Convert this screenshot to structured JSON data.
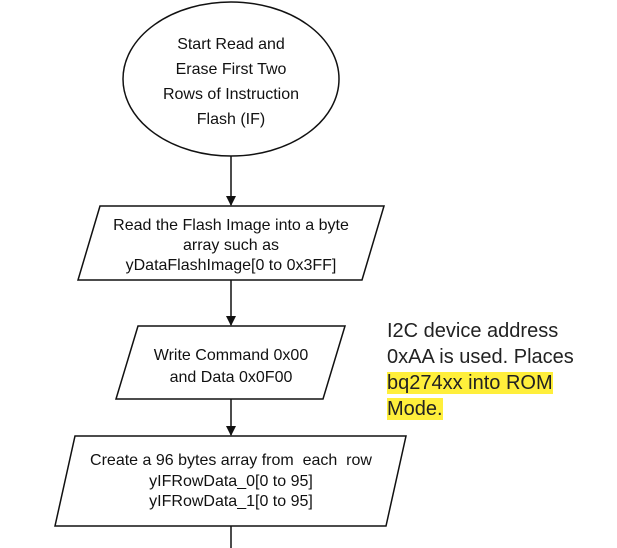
{
  "flowchart": {
    "start": {
      "lines": [
        "Start Read and",
        "Erase First Two",
        "Rows of Instruction",
        "Flash (IF)"
      ]
    },
    "steps": [
      {
        "lines": [
          "Read the Flash Image into a byte",
          "array such as",
          "yDataFlashImage[0 to 0x3FF]"
        ]
      },
      {
        "lines": [
          "Write Command 0x00",
          "and Data 0x0F00"
        ]
      },
      {
        "lines": [
          "Create a 96 bytes array from  each  row",
          "yIFRowData_0[0 to 95]",
          "yIFRowData_1[0 to 95]"
        ]
      }
    ]
  },
  "note": {
    "line1": "I2C device address",
    "line2": "0xAA is used. Places",
    "line3_highlighted": "bq274xx into ROM",
    "line4_highlighted": "Mode.",
    "highlight_color": "#ffef3b"
  }
}
